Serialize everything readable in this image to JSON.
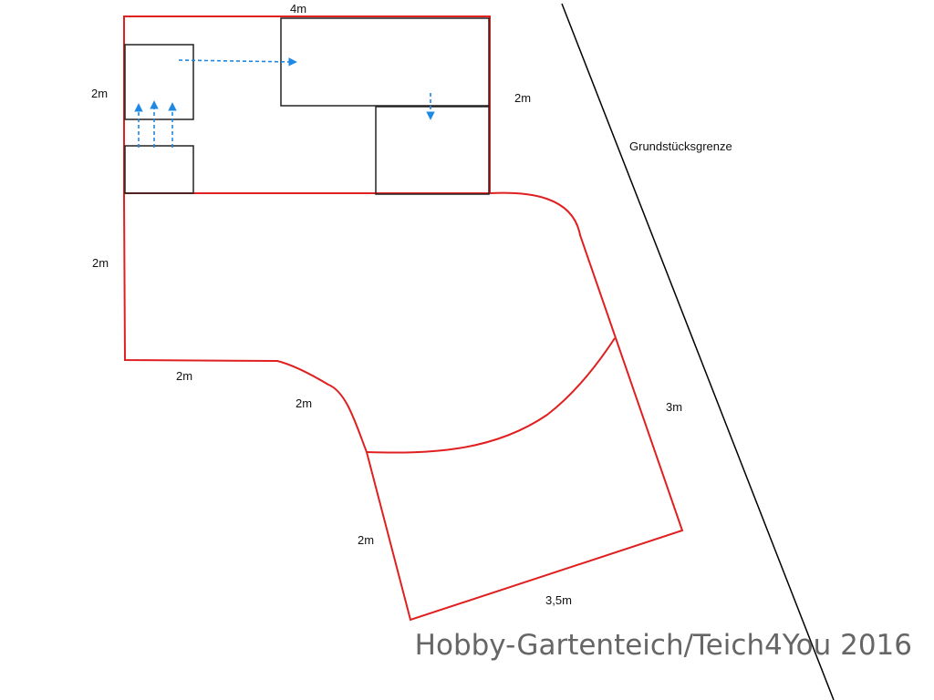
{
  "diagram": {
    "dimensions": {
      "top_width": "4m",
      "left_upper": "2m",
      "right_upper": "2m",
      "left_lower": "2m",
      "bottom_left": "2m",
      "curve_left": "2m",
      "right_side": "3m",
      "lower_left_side": "2m",
      "bottom": "3,5m"
    },
    "boundary_label": "Grundstücksgrenze",
    "watermark": "Hobby-Gartenteich/Teich4You 2016",
    "colors": {
      "outline": "#e02020",
      "boxes": "#222222",
      "arrows": "#1e88e5",
      "boundary": "#000000"
    }
  }
}
